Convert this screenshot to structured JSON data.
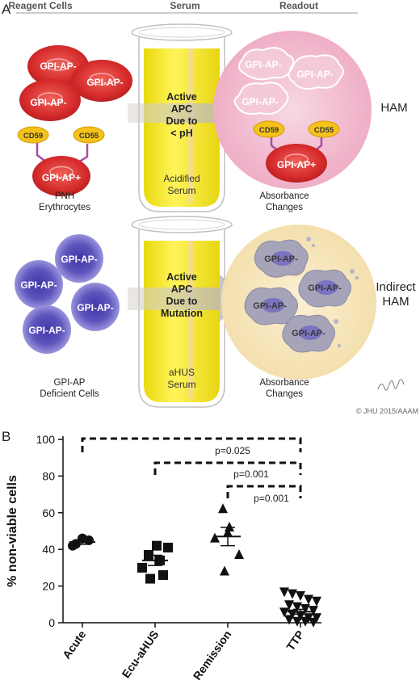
{
  "panel_a": {
    "letter": "A",
    "headers": {
      "reagent": "Reagent Cells",
      "serum": "Serum",
      "readout": "Readout"
    },
    "row1": {
      "cell_label_neg": "GPI-AP-",
      "cell_label_pos": "GPI-AP+",
      "cd59": "CD59",
      "cd55": "CD55",
      "caption_line1": "PNH",
      "caption_line2": "Erythrocytes",
      "tube_line1": "Active",
      "tube_line2": "APC",
      "tube_line3": "Due to",
      "tube_line4": "< pH",
      "serum_line1": "Acidified",
      "serum_line2": "Serum",
      "readout_label": "GPI-AP-",
      "readout_pos": "GPI-AP+",
      "readout_cd59": "CD59",
      "readout_cd55": "CD55",
      "readout_caption_line1": "Absorbance",
      "readout_caption_line2": "Changes",
      "assay": "HAM",
      "colors": {
        "cell": "#d42a2a",
        "halo": "#f3b9cc",
        "tube": "#f4ec1c"
      }
    },
    "row2": {
      "cell_label": "GPI-AP-",
      "caption_line1": "GPI-AP",
      "caption_line2": "Deficient Cells",
      "tube_line1": "Active",
      "tube_line2": "APC",
      "tube_line3": "Due to",
      "tube_line4": "Mutation",
      "serum_line1": "aHUS",
      "serum_line2": "Serum",
      "readout_label": "GPI-AP-",
      "readout_caption_line1": "Absorbance",
      "readout_caption_line2": "Changes",
      "assay_line1": "Indirect",
      "assay_line2": "HAM",
      "colors": {
        "cell": "#7b72c8",
        "halo": "#f6e3b4"
      }
    },
    "credit": "© JHU 2015/AAAM"
  },
  "panel_b": {
    "letter": "B",
    "comparisons": [
      {
        "label": "p=0.025",
        "from": "Acute",
        "to": "TTP"
      },
      {
        "label": "p=0.001",
        "from": "Ecu-aHUS",
        "to": "TTP"
      },
      {
        "label": "p=0.001",
        "from": "Remission",
        "to": "TTP"
      }
    ]
  },
  "chart_data": {
    "type": "scatter",
    "ylabel": "% non-viable cells",
    "xlabel": "",
    "ylim": [
      0,
      100
    ],
    "yticks": [
      0,
      20,
      40,
      60,
      80,
      100
    ],
    "categories": [
      "Acute",
      "Ecu-aHUS",
      "Remission",
      "TTP"
    ],
    "series": [
      {
        "category": "Acute",
        "marker": "circle",
        "values": [
          43,
          45,
          46,
          42
        ],
        "mean": 44,
        "sem": 1.2
      },
      {
        "category": "Ecu-aHUS",
        "marker": "square",
        "values": [
          42,
          41,
          37,
          34,
          30,
          26,
          24
        ],
        "mean": 34,
        "sem": 2.8
      },
      {
        "category": "Remission",
        "marker": "triangle-up",
        "values": [
          62,
          52,
          49,
          46,
          37,
          28
        ],
        "mean": 47,
        "sem": 5.0
      },
      {
        "category": "TTP",
        "marker": "triangle-down",
        "values": [
          17,
          16,
          15,
          13,
          12,
          10,
          9,
          8,
          7,
          6,
          5,
          4,
          3,
          3,
          2,
          1,
          1,
          0.5
        ],
        "mean": 6,
        "sem": 1.3
      }
    ]
  }
}
